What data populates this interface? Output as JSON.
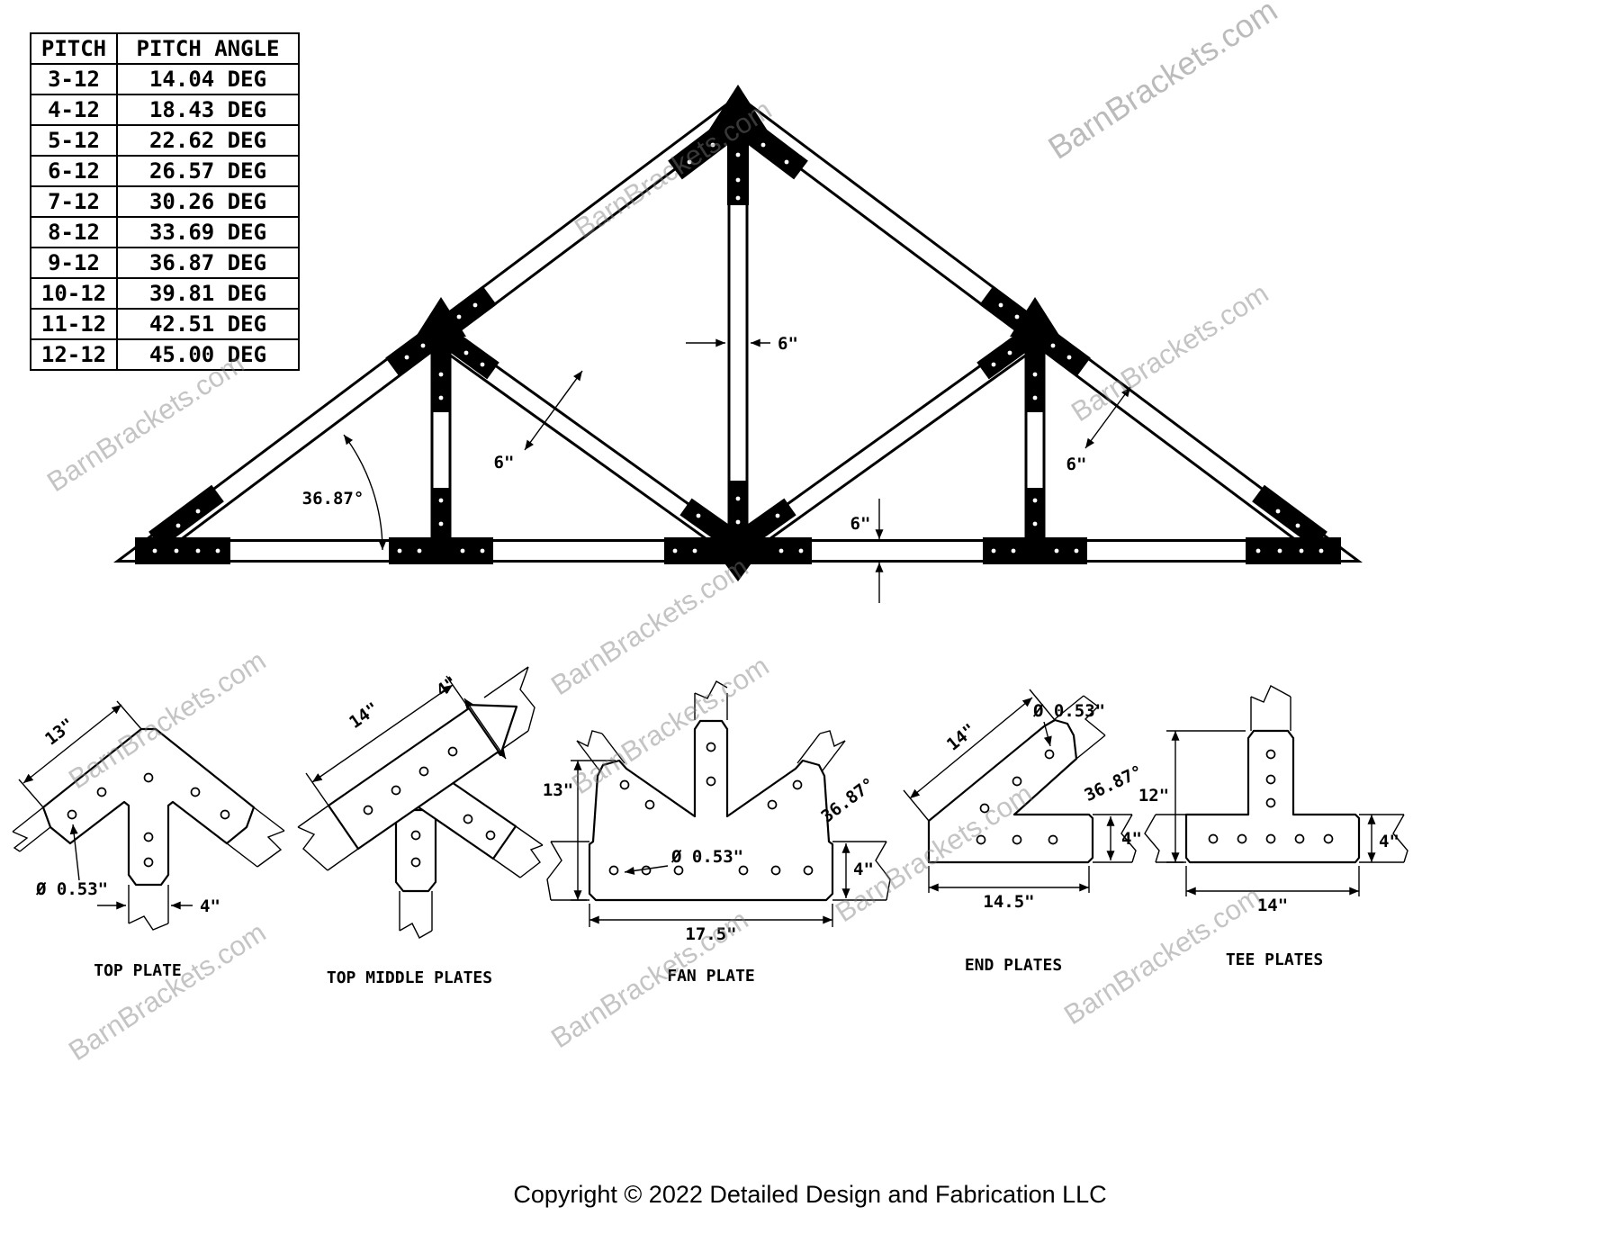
{
  "pitch_table": {
    "headers": [
      "PITCH",
      "PITCH ANGLE"
    ],
    "rows": [
      [
        "3-12",
        "14.04 DEG"
      ],
      [
        "4-12",
        "18.43 DEG"
      ],
      [
        "5-12",
        "22.62 DEG"
      ],
      [
        "6-12",
        "26.57 DEG"
      ],
      [
        "7-12",
        "30.26 DEG"
      ],
      [
        "8-12",
        "33.69 DEG"
      ],
      [
        "9-12",
        "36.87 DEG"
      ],
      [
        "10-12",
        "39.81 DEG"
      ],
      [
        "11-12",
        "42.51 DEG"
      ],
      [
        "12-12",
        "45.00 DEG"
      ]
    ]
  },
  "truss": {
    "pitch_angle_label": "36.87°",
    "king_post_width": "6\"",
    "left_web_width": "6\"",
    "right_web_width": "6\"",
    "bottom_chord_depth": "6\""
  },
  "details": {
    "top_plate": {
      "caption": "TOP PLATE",
      "edge_length": "13\"",
      "hole_diameter": "Ø 0.53\"",
      "stem_width": "4\""
    },
    "top_middle": {
      "caption": "TOP MIDDLE PLATES",
      "edge_length": "14\"",
      "arm_width": "4\""
    },
    "fan": {
      "caption": "FAN PLATE",
      "height": "13\"",
      "hole_diameter": "Ø 0.53\"",
      "angle": "36.87°",
      "base_height": "4\"",
      "base_width": "17.5\""
    },
    "end": {
      "caption": "END PLATES",
      "edge_length": "14\"",
      "hole_diameter": "Ø 0.53\"",
      "angle": "36.87°",
      "strip_height": "4\"",
      "base_width": "14.5\""
    },
    "tee": {
      "caption": "TEE PLATES",
      "height": "12\"",
      "bar_height": "4\"",
      "bar_width": "14\""
    }
  },
  "watermark": {
    "text": "BarnBrackets.com"
  },
  "footer": {
    "copyright": "Copyright © 2022 Detailed Design and Fabrication LLC"
  }
}
